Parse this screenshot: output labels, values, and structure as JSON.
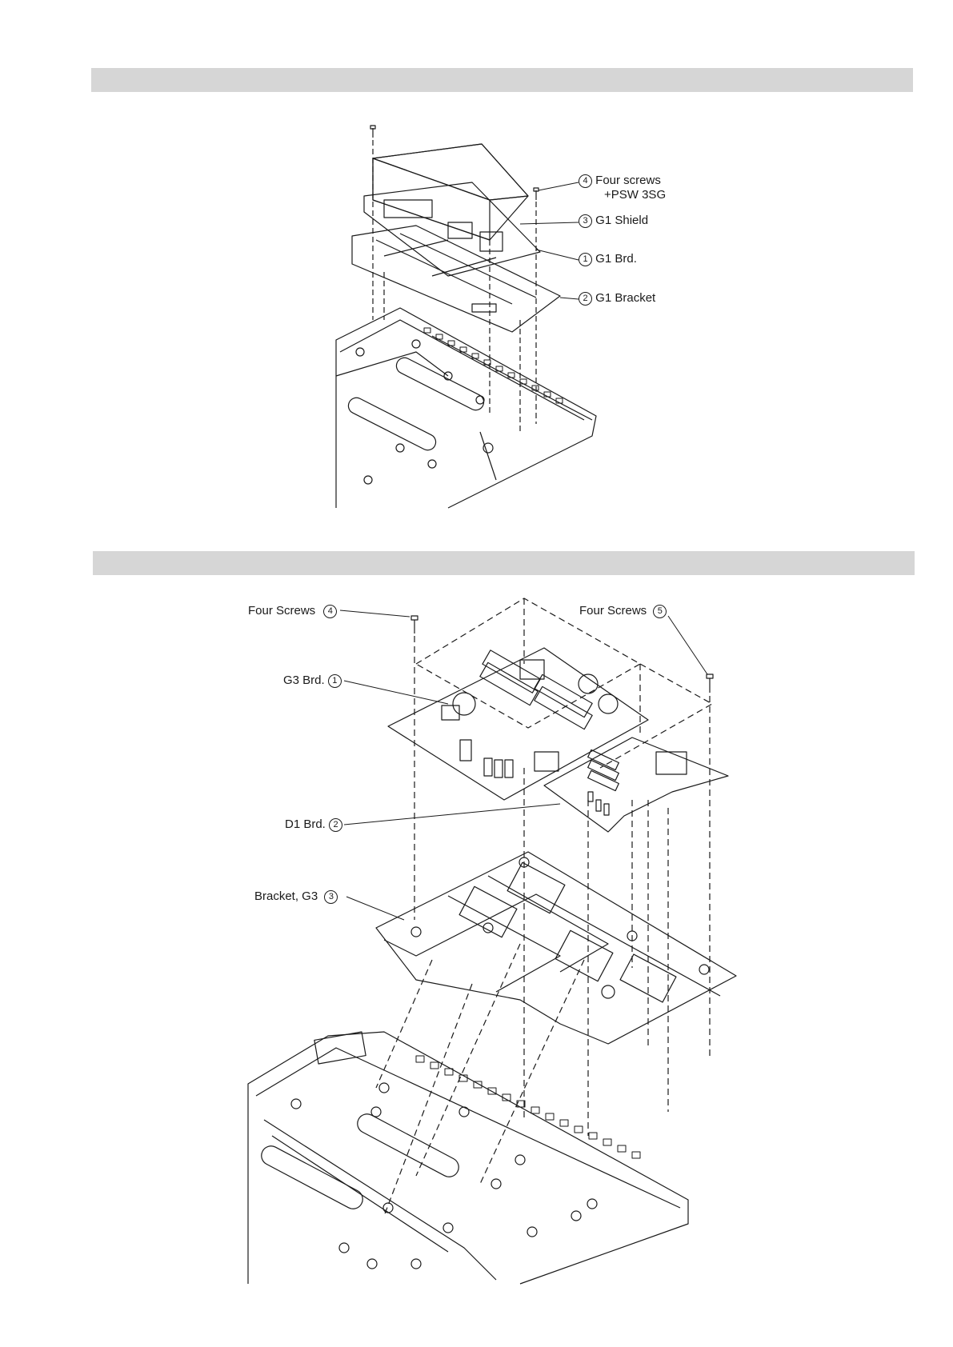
{
  "figure1": {
    "callouts": [
      {
        "num": "4",
        "text": "Four screws",
        "sub": "+PSW 3SG"
      },
      {
        "num": "3",
        "text": "G1 Shield"
      },
      {
        "num": "1",
        "text": "G1 Brd."
      },
      {
        "num": "2",
        "text": "G1 Bracket"
      }
    ]
  },
  "figure2": {
    "callouts": [
      {
        "num": "4",
        "text": "Four Screws"
      },
      {
        "num": "5",
        "text": "Four Screws"
      },
      {
        "num": "1",
        "text": "G3 Brd."
      },
      {
        "num": "2",
        "text": "D1 Brd."
      },
      {
        "num": "3",
        "text": "Bracket, G3"
      }
    ]
  },
  "colors": {
    "bar": "#d6d6d6",
    "ink": "#1a1a1a"
  }
}
